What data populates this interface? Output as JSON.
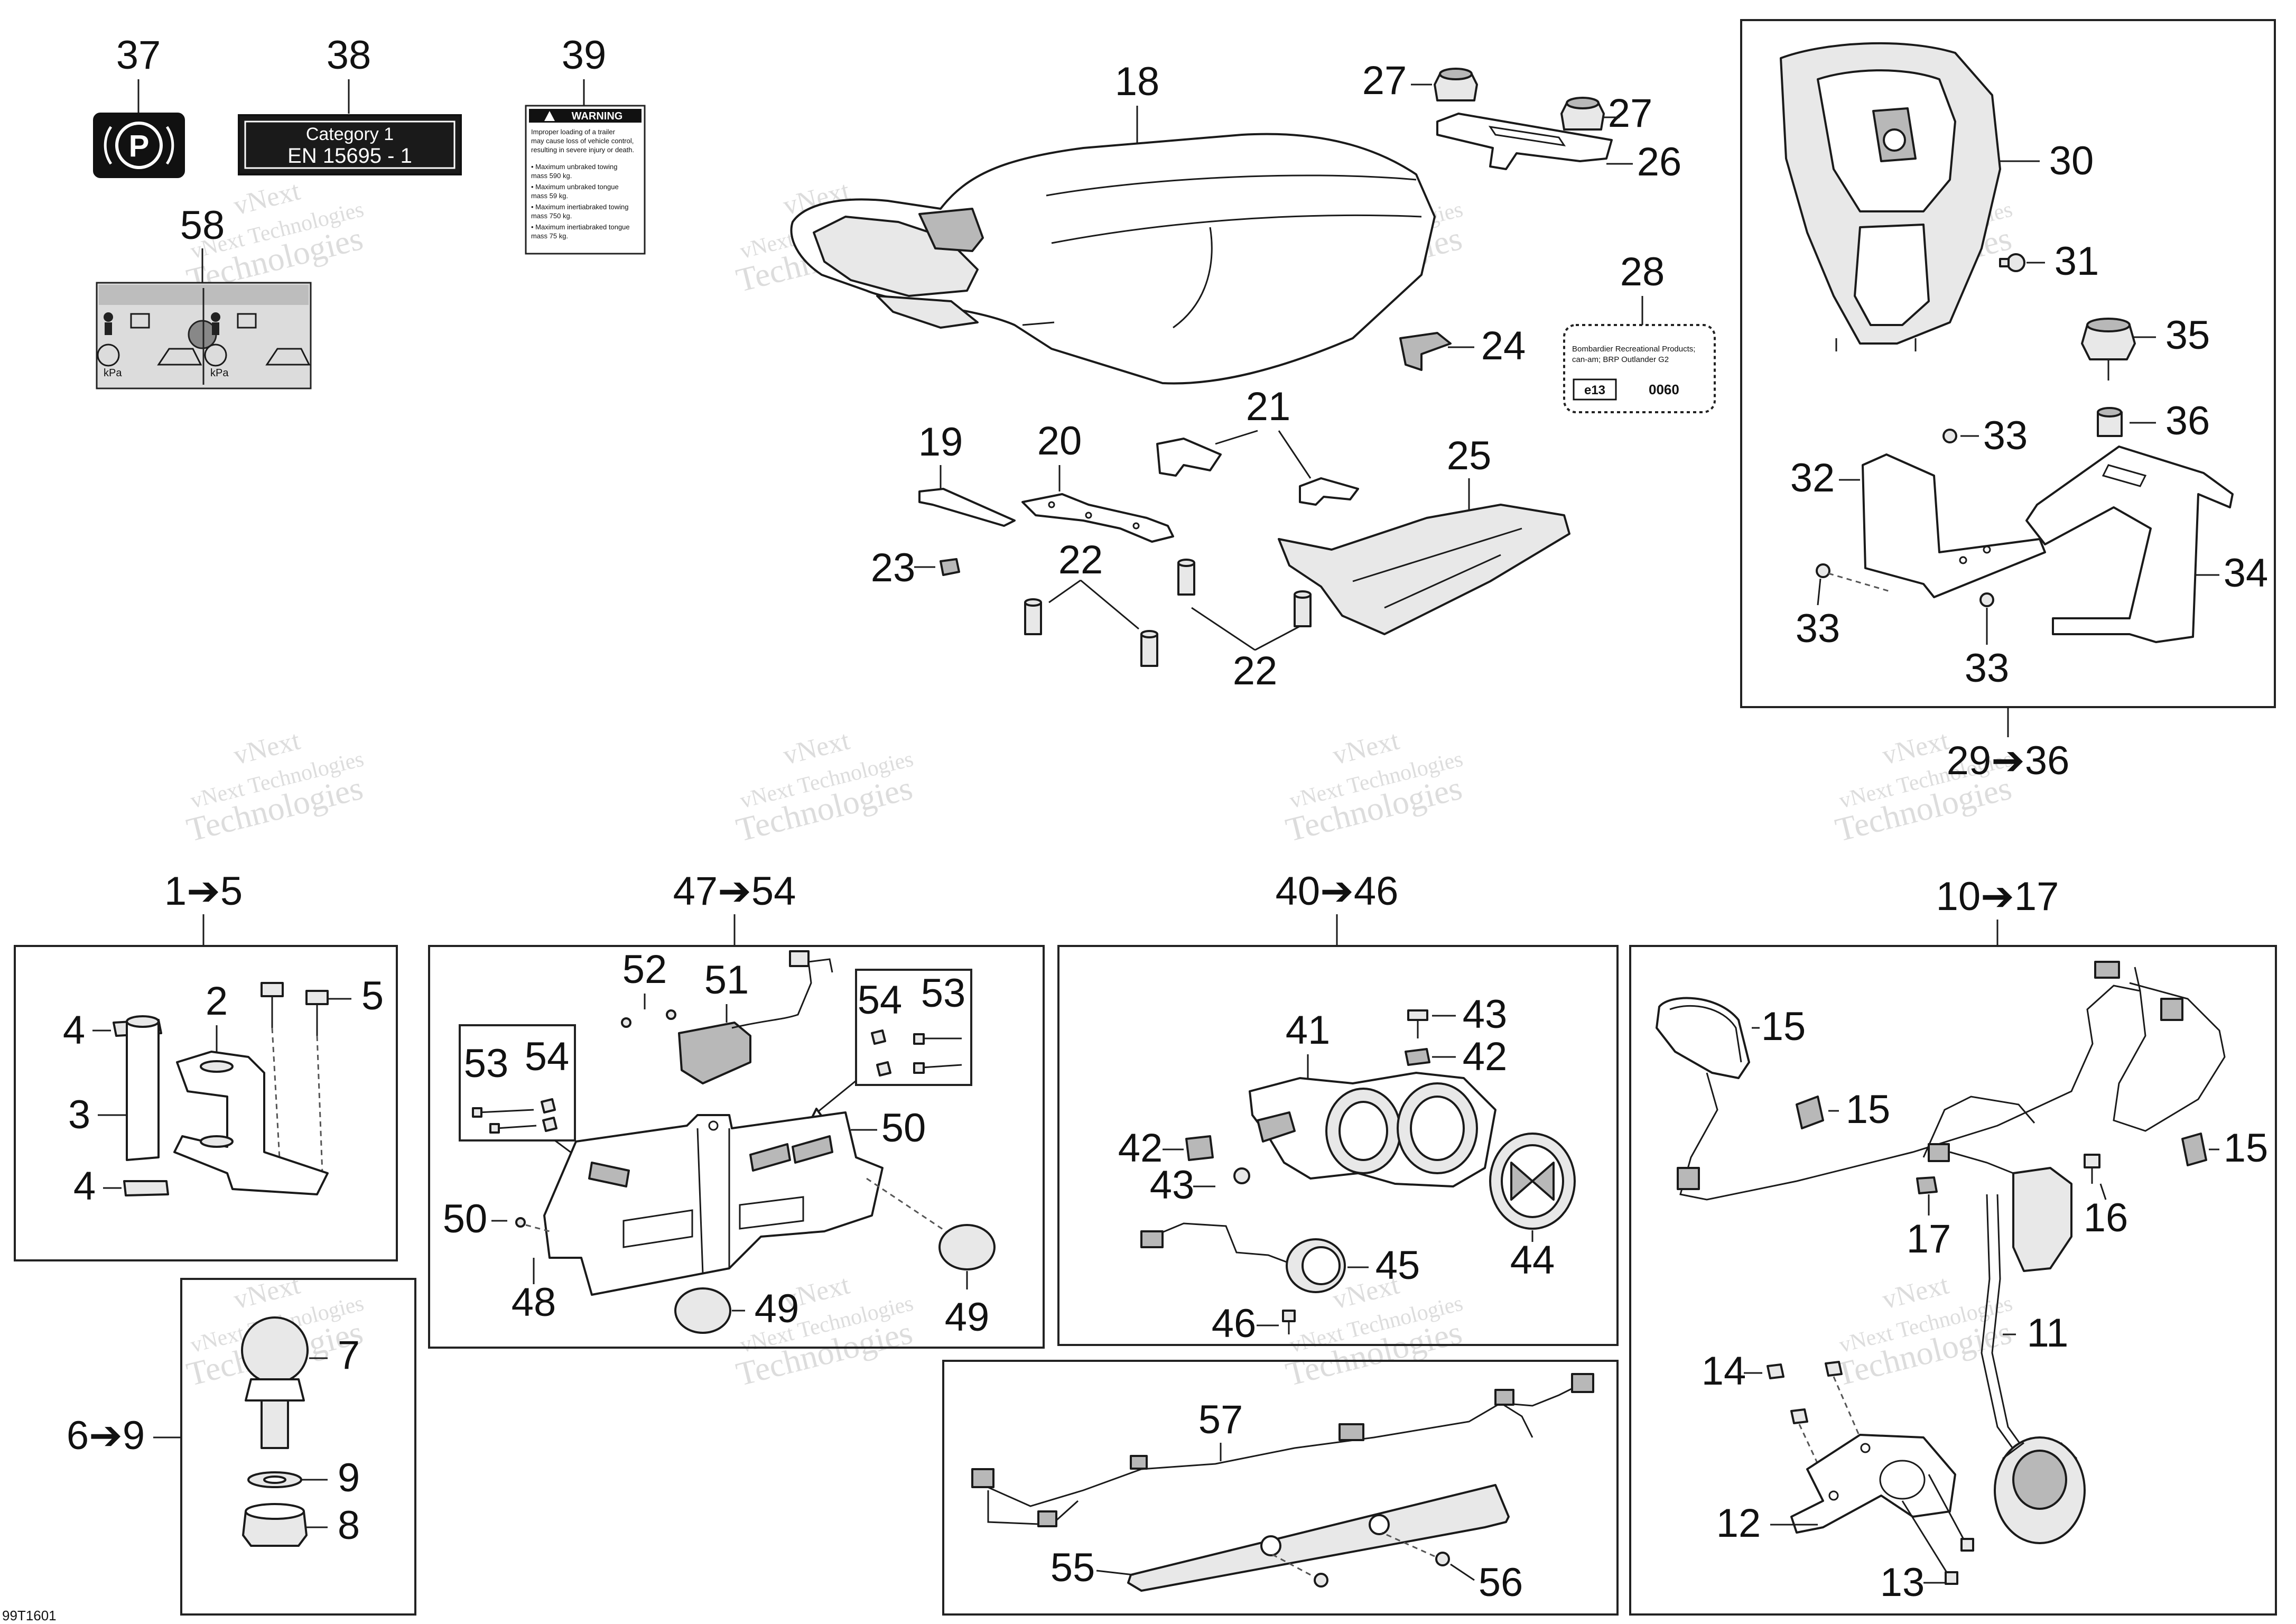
{
  "watermark": {
    "line1": "vNext",
    "line2": "vNext Technologies",
    "line3": "Technologies"
  },
  "figure_code": "99T1601",
  "callouts": {
    "c37": "37",
    "c38": "38",
    "c39": "39",
    "c58": "58",
    "c18": "18",
    "c27a": "27",
    "c27b": "27",
    "c26": "26",
    "c28": "28",
    "c24": "24",
    "c19": "19",
    "c20": "20",
    "c21": "21",
    "c25": "25",
    "c23": "23",
    "c22a": "22",
    "c22b": "22",
    "c30": "30",
    "c31": "31",
    "c35": "35",
    "c36": "36",
    "c33a": "33",
    "c32": "32",
    "c33b": "33",
    "c33c": "33",
    "c34": "34",
    "g29_36": "29➔36",
    "g1_5": "1➔5",
    "c4a": "4",
    "c2": "2",
    "c5": "5",
    "c3": "3",
    "c4b": "4",
    "g6_9": "6➔9",
    "c7": "7",
    "c9": "9",
    "c8": "8",
    "g47_54": "47➔54",
    "c52": "52",
    "c51": "51",
    "c54a": "54",
    "c53a": "53",
    "c53b": "53",
    "c54b": "54",
    "c50a": "50",
    "c50b": "50",
    "c48": "48",
    "c49a": "49",
    "c49b": "49",
    "g40_46": "40➔46",
    "c41": "41",
    "c43a": "43",
    "c42a": "42",
    "c42b": "42",
    "c43b": "43",
    "c44": "44",
    "c45": "45",
    "c46": "46",
    "g10_17": "10➔17",
    "c15a": "15",
    "c15b": "15",
    "c15c": "15",
    "c16": "16",
    "c17": "17",
    "c11": "11",
    "c14": "14",
    "c12": "12",
    "c13": "13",
    "c57": "57",
    "c55": "55",
    "c56": "56"
  },
  "decal_38": {
    "line1": "Category 1",
    "line2": "EN   15695   -   1"
  },
  "decal_39": {
    "heading": "WARNING",
    "text": [
      "Improper loading of a trailer",
      "may cause loss of vehicle control,",
      "resulting in severe injury or death.",
      "• Maximum unbraked towing",
      "  mass 590 kg.",
      "• Maximum unbraked tongue",
      "  mass 59 kg.",
      "• Maximum inertiabraked towing",
      "  mass 750 kg.",
      "• Maximum inertiabraked tongue",
      "  mass 75 kg."
    ]
  },
  "decal_28": {
    "line1": "Bombardier Recreational Products;",
    "line2": "can-am; BRP Outlander G2",
    "mark": "e13",
    "code": "0060"
  },
  "decal_58": {
    "unit": "kPa"
  }
}
